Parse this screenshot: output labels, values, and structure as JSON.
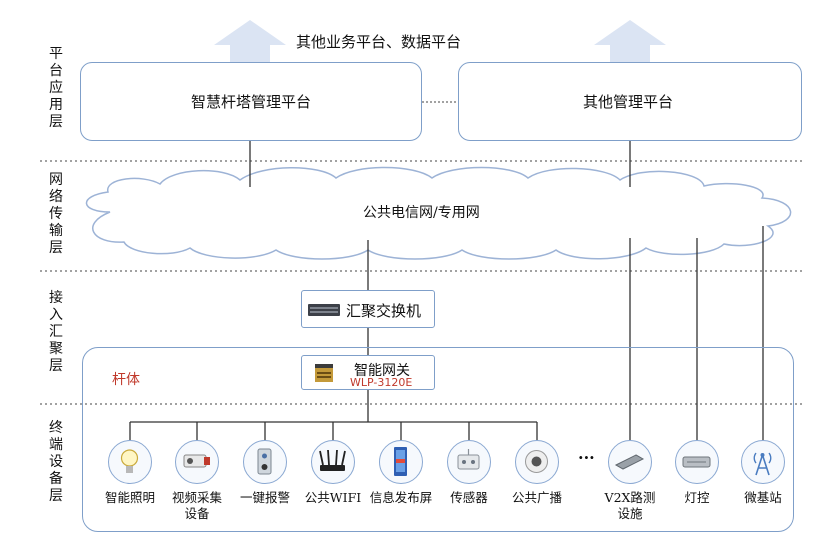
{
  "top_label": "其他业务平台、数据平台",
  "layers": [
    {
      "name": "平台应用层"
    },
    {
      "name": "网络传输层"
    },
    {
      "name": "接入汇聚层"
    },
    {
      "name": "终端设备层"
    }
  ],
  "platforms": {
    "smart_pole": "智慧杆塔管理平台",
    "other": "其他管理平台"
  },
  "network": "公共电信网/专用网",
  "switch": "汇聚交换机",
  "pole": "杆体",
  "gateway": {
    "name": "智能网关",
    "model": "WLP-3120E"
  },
  "ellipsis": "···",
  "devices": [
    {
      "label": "智能照明",
      "icon": "lightbulb-icon"
    },
    {
      "label": "视频采集设备",
      "line1": "视频采集",
      "line2": "设备",
      "icon": "camera-icon"
    },
    {
      "label": "一键报警",
      "icon": "alarm-panel-icon"
    },
    {
      "label": "公共WIFI",
      "icon": "router-icon"
    },
    {
      "label": "信息发布屏",
      "icon": "display-screen-icon"
    },
    {
      "label": "传感器",
      "icon": "sensor-icon"
    },
    {
      "label": "公共广播",
      "icon": "speaker-icon"
    },
    {
      "label": "V2X路测设施",
      "line1": "V2X路测",
      "line2": "设施",
      "icon": "v2x-unit-icon"
    },
    {
      "label": "灯控",
      "icon": "light-controller-icon"
    },
    {
      "label": "微基站",
      "icon": "base-station-icon"
    }
  ],
  "colors": {
    "box_border": "#7f9fc9",
    "arrow_fill": "#dbe4f3",
    "pole_text": "#c0392b",
    "model_text": "#c0392b",
    "divider": "#444444"
  }
}
